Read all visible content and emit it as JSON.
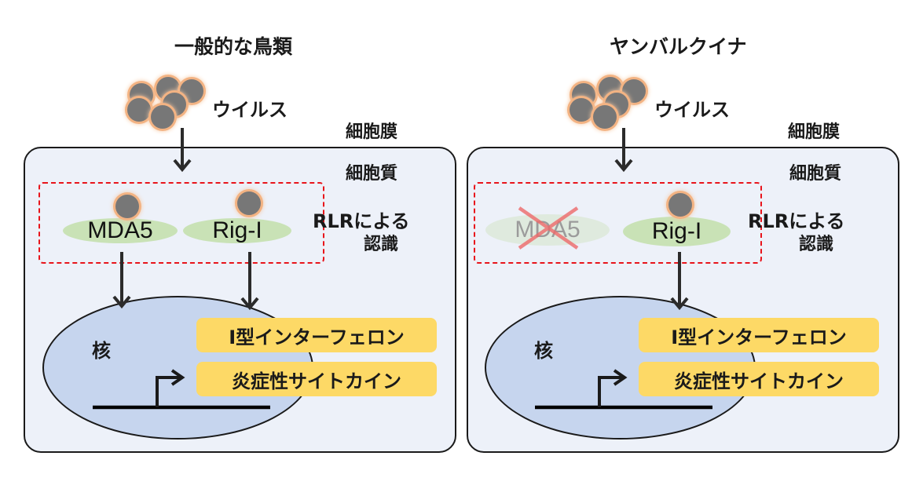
{
  "panels": [
    {
      "title": "一般的な鳥類",
      "virus_label": "ウイルス",
      "membrane_label": "細胞膜",
      "cytoplasm_label": "細胞質",
      "recognition_label_line1": "RLRによる",
      "recognition_label_line2": "認識",
      "receptors": [
        {
          "name": "MDA5",
          "active": true,
          "bound_virus": true
        },
        {
          "name": "Rig-I",
          "active": true,
          "bound_virus": true
        }
      ],
      "nucleus_label": "核",
      "outputs": [
        "I型インターフェロン",
        "炎症性サイトカイン"
      ]
    },
    {
      "title": "ヤンバルクイナ",
      "virus_label": "ウイルス",
      "membrane_label": "細胞膜",
      "cytoplasm_label": "細胞質",
      "recognition_label_line1": "RLRによる",
      "recognition_label_line2": "認識",
      "receptors": [
        {
          "name": "MDA5",
          "active": false,
          "bound_virus": false
        },
        {
          "name": "Rig-I",
          "active": true,
          "bound_virus": true
        }
      ],
      "nucleus_label": "核",
      "outputs": [
        "I型インターフェロン",
        "炎症性サイトカイン"
      ]
    }
  ],
  "colors": {
    "cell_fill": "#edf1f9",
    "nucleus_fill": "#c6d5ee",
    "receptor_fill": "#c9e2b6",
    "gene_box_fill": "#fdd966",
    "dashed_border": "#e8141b",
    "cross_mark": "#f08080",
    "virus_fill": "#777777",
    "virus_glow": "#f3b383"
  }
}
